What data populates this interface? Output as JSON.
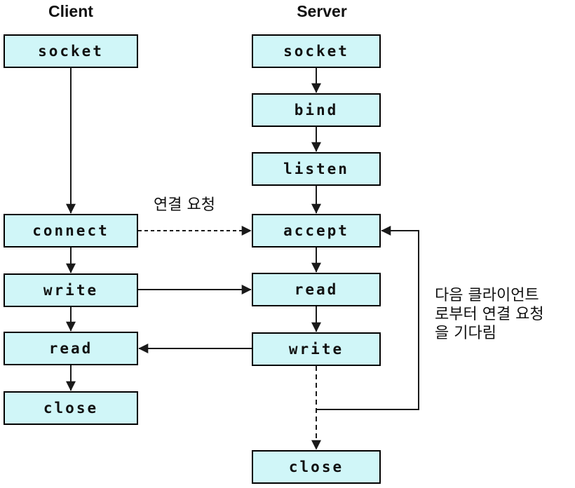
{
  "diagram": {
    "client": {
      "title": "Client",
      "nodes": [
        "socket",
        "connect",
        "write",
        "read",
        "close"
      ]
    },
    "server": {
      "title": "Server",
      "nodes": [
        "socket",
        "bind",
        "listen",
        "accept",
        "read",
        "write",
        "close"
      ]
    },
    "annotations": {
      "connection_request": "연결 요청",
      "wait_next_client_lines": [
        "다음 클라이언트",
        "로부터 연결 요청",
        "을 기다림"
      ]
    },
    "colors": {
      "box_fill": "#d0f6f8",
      "box_border": "#000000",
      "line": "#1a1a1a"
    }
  }
}
